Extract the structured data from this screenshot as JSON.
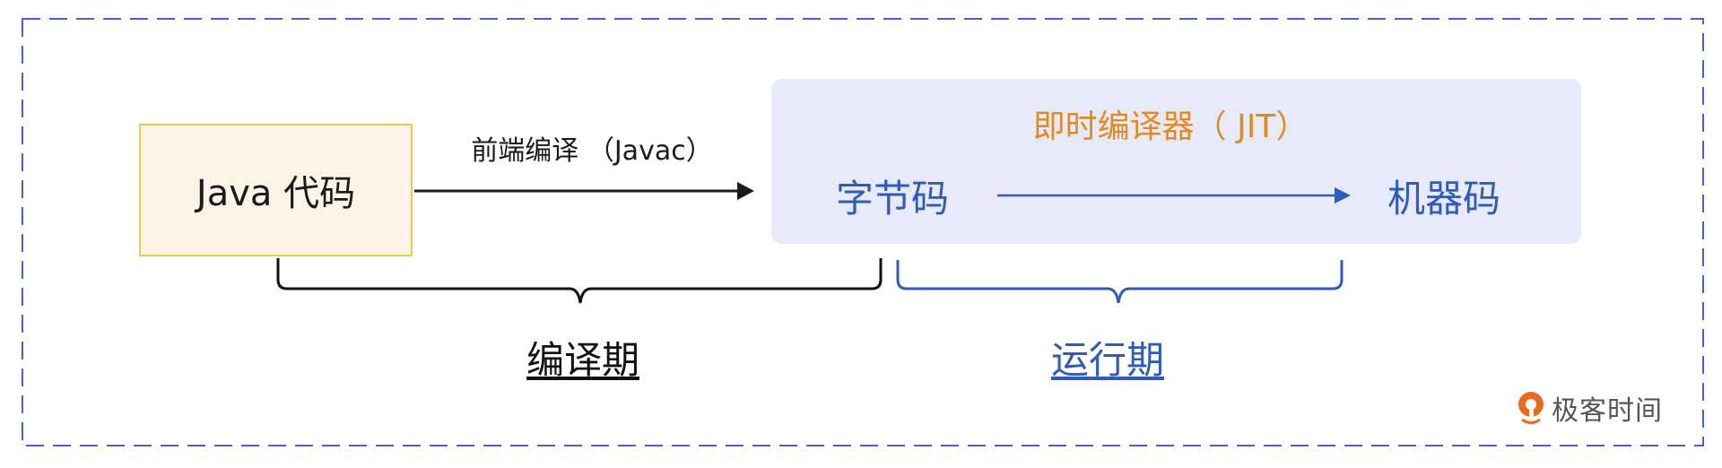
{
  "diagram": {
    "source_box": {
      "label": "Java 代码"
    },
    "frontend_compile": {
      "label": "前端编译 （Javac）"
    },
    "jit_group": {
      "title": "即时编译器（ JIT）",
      "from": "字节码",
      "to": "机器码"
    },
    "phases": {
      "compile": "编译期",
      "runtime": "运行期"
    }
  },
  "branding": {
    "logo_text": "极客时间",
    "logo_icon": "geektime-logo-icon"
  },
  "colors": {
    "frame_dash": "#4a5fd0",
    "source_fill": "#fdf3e6",
    "source_border": "#f7c64a",
    "jit_fill": "#e7eafb",
    "jit_title": "#e38a1b",
    "runtime_blue": "#2f5bbd",
    "compile_black": "#111111",
    "logo_orange": "#ea6b1c"
  }
}
